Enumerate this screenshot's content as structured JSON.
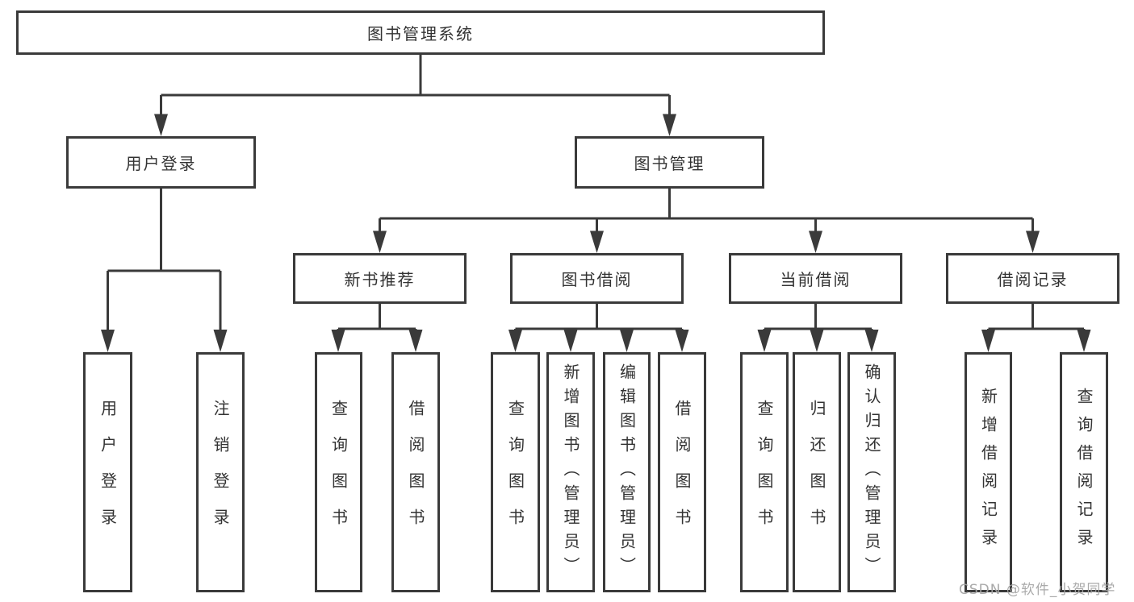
{
  "diagram": {
    "root": "图书管理系统",
    "level1": [
      "用户登录",
      "图书管理"
    ],
    "level2": [
      "新书推荐",
      "图书借阅",
      "当前借阅",
      "借阅记录"
    ],
    "leaves": {
      "user_login": [
        "用户登录",
        "注销登录"
      ],
      "new_books": [
        "查询图书",
        "借阅图书"
      ],
      "book_borrow": [
        "查询图书",
        "新增图书（管理员）",
        "编辑图书（管理员）",
        "借阅图书"
      ],
      "current_borrow": [
        "查询图书",
        "归还图书",
        "确认归还（管理员）"
      ],
      "borrow_records": [
        "新增借阅记录",
        "查询借阅记录"
      ]
    }
  },
  "watermark": "CSDN @软件_小贺同学",
  "colors": {
    "line": "#3a3a3a",
    "text": "#333333",
    "background": "#ffffff",
    "watermark": "#a5a5a5"
  }
}
